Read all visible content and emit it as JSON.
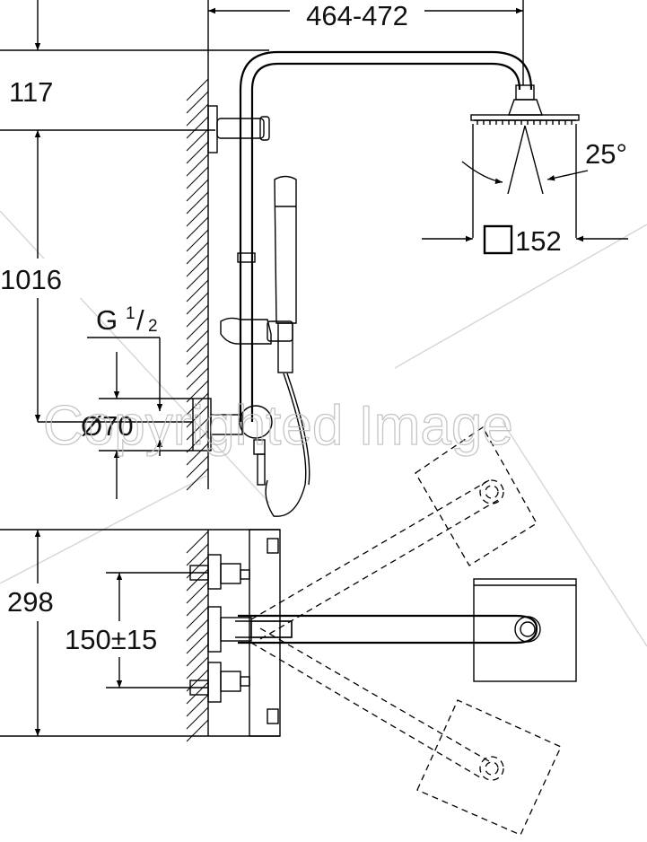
{
  "dimensions": {
    "arm_reach": "464-472",
    "top_offset": "117",
    "rail_height": "1016",
    "thread_g": "G",
    "thread_num": "1",
    "thread_den": "2",
    "rosette_dia": "Ø70",
    "head_tilt": "25°",
    "head_size": "152",
    "mixer_height": "298",
    "inlet_spacing": "150±15"
  },
  "watermark": "Copyrighted Image"
}
